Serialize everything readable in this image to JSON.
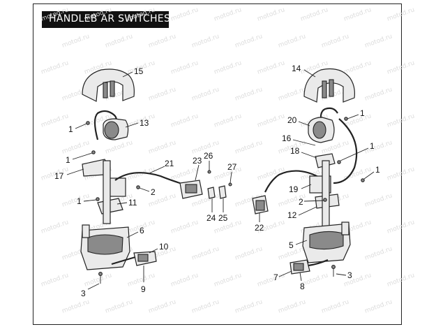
{
  "title": "HANDLEB AR SWITCHES",
  "watermark": "motod.ru",
  "callouts": [
    {
      "id": "c15",
      "text": "15"
    },
    {
      "id": "c13",
      "text": "13"
    },
    {
      "id": "c1a",
      "text": "1"
    },
    {
      "id": "c1b",
      "text": "1"
    },
    {
      "id": "c17",
      "text": "17"
    },
    {
      "id": "c26",
      "text": "26"
    },
    {
      "id": "c21",
      "text": "21"
    },
    {
      "id": "c23",
      "text": "23"
    },
    {
      "id": "c27",
      "text": "27"
    },
    {
      "id": "c2a",
      "text": "2"
    },
    {
      "id": "c1c",
      "text": "1"
    },
    {
      "id": "c11",
      "text": "11"
    },
    {
      "id": "c24",
      "text": "24"
    },
    {
      "id": "c25",
      "text": "25"
    },
    {
      "id": "c6",
      "text": "6"
    },
    {
      "id": "c10",
      "text": "10"
    },
    {
      "id": "c3a",
      "text": "3"
    },
    {
      "id": "c9",
      "text": "9"
    },
    {
      "id": "c14",
      "text": "14"
    },
    {
      "id": "c1d",
      "text": "1"
    },
    {
      "id": "c20",
      "text": "20"
    },
    {
      "id": "c16",
      "text": "16"
    },
    {
      "id": "c1e",
      "text": "1"
    },
    {
      "id": "c18",
      "text": "18"
    },
    {
      "id": "c1f",
      "text": "1"
    },
    {
      "id": "c19",
      "text": "19"
    },
    {
      "id": "c2b",
      "text": "2"
    },
    {
      "id": "c12",
      "text": "12"
    },
    {
      "id": "c22",
      "text": "22"
    },
    {
      "id": "c5",
      "text": "5"
    },
    {
      "id": "c7",
      "text": "7"
    },
    {
      "id": "c8",
      "text": "8"
    },
    {
      "id": "c3b",
      "text": "3"
    }
  ]
}
